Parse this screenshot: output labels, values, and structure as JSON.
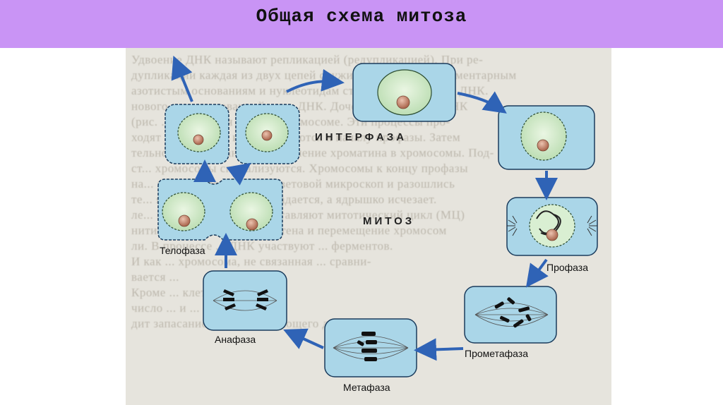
{
  "title": "Общая схема митоза",
  "labels": {
    "interphase": "ИНТЕРФАЗА",
    "mitosis": "МИТОЗ",
    "telophase": "Телофаза",
    "prophase": "Профаза",
    "anaphase": "Анафаза",
    "prometaphase": "Прометафаза",
    "metaphase": "Метафаза"
  },
  "background_text": [
    "Удвоение ДНК называют репликацией (редупликацией). При ре-",
    "дупликации каждая из двух цепей служит матрицей комплементарным",
    "азотистым основаниям и нуклеотидам строятся новые цепи ДНК.",
    "нового синтезированной цепи ДНК. Дочерние молекулы ДНК",
    "(рис. ...) находятся в одной хромосоме. Эти процессы про-",
    "ходят в S-периоде и заканчиваются к началу профазы. Затем",
    "тельное закручивание и уплотнение хроматина в хромосомы. Под-",
    "ст... хромосомы спирализуются. Хромосомы к концу профазы",
    "на... хорошо различимы в световой микроскоп и разошлись",
    "те... ядерная оболочка распадается, а ядрышко исчезает.",
    "ле... митоз и цитокинез составляют митотический цикл (МЦ)",
    "нити «митотического» веретена и перемещение хромосом",
    "ли. В процессе ... ДНК участвуют ... ферментов.",
    "И как ... хромосома, не связанная ... сравни-",
    "вается ...",
    "Кроме ... клетка ... вается",
    "число ... и ... процес-",
    "дит запасание АТФ ... следующего деления и"
  ],
  "colors": {
    "slide_background": "#c994f5",
    "cell_fill": "#aad6e8",
    "nucleus_fill": "#d3ebcb",
    "nucleolus": "#c98a6f",
    "arrow": "#2f63b6"
  }
}
